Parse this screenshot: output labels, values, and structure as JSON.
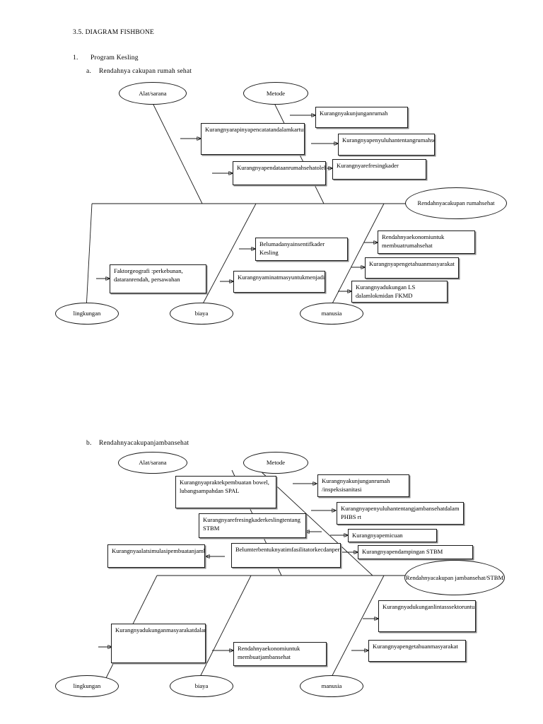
{
  "document": {
    "section_number": "3.5.",
    "section_title": "3.5. DIAGRAM FISHBONE",
    "list_item_1_marker": "1.",
    "list_item_1_text": "Program Kesling",
    "sub_item_a_marker": "a.",
    "sub_item_a_text": "Rendahnya cakupan rumah sehat",
    "sub_item_b_marker": "b.",
    "sub_item_b_text": "Rendahnyacakupanjambansehat"
  },
  "chart_data": {
    "type": "diagram",
    "diagram_type": "fishbone",
    "title": "3.5. DIAGRAM FISHBONE",
    "diagrams": [
      {
        "id": "diagram-a",
        "caption": "Rendahnya cakupan rumah sehat",
        "effect": "Rendahnyacakupan rumahsehat",
        "categories": [
          {
            "name": "Alat/sarana",
            "position": "top-left",
            "causes": [
              "Kurangnyarapinyapencatatandalamkarturumahsehat",
              "Kurangnyapendataanrumahsehatolehkader"
            ]
          },
          {
            "name": "Metode",
            "position": "top-right",
            "causes": [
              "Kurangnyakunjunganrumah",
              "Kurangnyapenyuluhantentangrumahsehat",
              "Kurangnyarefresingkader"
            ]
          },
          {
            "name": "lingkungan",
            "position": "bottom-left",
            "causes": [
              "Faktorgeografi :perkebunan, dataranrendah, persawahan"
            ]
          },
          {
            "name": "biaya",
            "position": "bottom-middle",
            "causes": [
              "Belumadanyainsentifkader Kesling",
              "Kurangnyaminatmasyuntukmenjadikader"
            ]
          },
          {
            "name": "manusia",
            "position": "bottom-right",
            "causes": [
              "Rendahnyaekonomiuntuk membuatrumahsehat",
              "Kurangnyapengetahuanmasyarakat",
              "Kurangnyadukungan LS dalamlokmidan FKMD"
            ]
          }
        ]
      },
      {
        "id": "diagram-b",
        "caption": "Rendahnyacakupanjambansehat",
        "effect": "Rendahnyacakupan jambansehat/STBM",
        "categories": [
          {
            "name": "Alat/sarana",
            "position": "top-left",
            "causes": [
              "Kurangnyapraktekpembuatan bowel, lubangsampahdan SPAL",
              "Kurangnyarefresingkaderkeslingtentang STBM",
              "Kurangnyaalatsimulasipembuatanjambansehat"
            ]
          },
          {
            "name": "Metode",
            "position": "top-right",
            "causes": [
              "Kurangnyakunjunganrumah /inspeksisanitasi",
              "Kurangnyapenyuluhantentangjambansehatdalam PHBS rt",
              "Kurangnyapemicuan",
              "Kurangnyapendampingan STBM",
              "Belumterbentuknyatimfasilitatorkecdanperifikasi"
            ]
          },
          {
            "name": "lingkungan",
            "position": "bottom-left",
            "causes": [
              "Kurangnyadukunganmasyarakatdalampengaturanjambandansumurdengantetangganya"
            ]
          },
          {
            "name": "biaya",
            "position": "bottom-middle",
            "causes": [
              "Rendahnyaekonomiuntuk membuatjambansehat"
            ]
          },
          {
            "name": "manusia",
            "position": "bottom-right",
            "causes": [
              "Kurangnyadukunganlintasssektoruntukpembuatanjambansehat",
              "Kurangnyapengetahuanmasyarakat"
            ]
          }
        ]
      }
    ]
  },
  "diagram_a": {
    "ellipses": {
      "alat_sarana": "Alat/sarana",
      "metode": "Metode",
      "lingkungan": "lingkungan",
      "biaya": "biaya",
      "manusia": "manusia",
      "effect": "Rendahnyacakupan rumahsehat"
    },
    "boxes": {
      "b1": "Kurangnyarapinyapencatatandalamkarturumahsehat",
      "b2": "Kurangnyapendataanrumahsehatolehkader",
      "b3": "Kurangnyakunjunganrumah",
      "b4": "Kurangnyapenyuluhantentangrumahsehat",
      "b5": "Kurangnyarefresingkader",
      "b6": "Faktorgeografi :perkebunan, dataranrendah, persawahan",
      "b7": "Belumadanyainsentifkader Kesling",
      "b8": "Kurangnyaminatmasyuntukmenjadikader",
      "b9": "Rendahnyaekonomiuntuk membuatrumahsehat",
      "b10": "Kurangnyapengetahuanmasyarakat",
      "b11": "Kurangnyadukungan LS dalamlokmidan FKMD"
    }
  },
  "diagram_b": {
    "ellipses": {
      "alat_sarana": "Alat/sarana",
      "metode": "Metode",
      "lingkungan": "lingkungan",
      "biaya": "biaya",
      "manusia": "manusia",
      "effect": "Rendahnyacakupan jambansehat/STBM"
    },
    "boxes": {
      "c1": "Kurangnyapraktekpembuatan bowel, lubangsampahdan SPAL",
      "c2": "Kurangnyarefresingkaderkeslingtentang STBM",
      "c3": "Kurangnyaalatsimulasipembuatanjambansehat",
      "c4": "Belumterbentuknyatimfasilitatorkecdanperifikasi",
      "c5": "Kurangnyakunjunganrumah /inspeksisanitasi",
      "c6": "Kurangnyapenyuluhantentangjambansehatdalam PHBS rt",
      "c7": "Kurangnyapemicuan",
      "c8": "Kurangnyapendampingan STBM",
      "c9": "Kurangnyadukunganmasyarakatdalampengaturanjambandansumurdengantetangganya",
      "c10": "Rendahnyaekonomiuntuk membuatjambansehat",
      "c11": "Kurangnyadukunganlintasssektoruntukpembuatanjambansehat",
      "c12": "Kurangnyapengetahuanmasyarakat"
    }
  }
}
